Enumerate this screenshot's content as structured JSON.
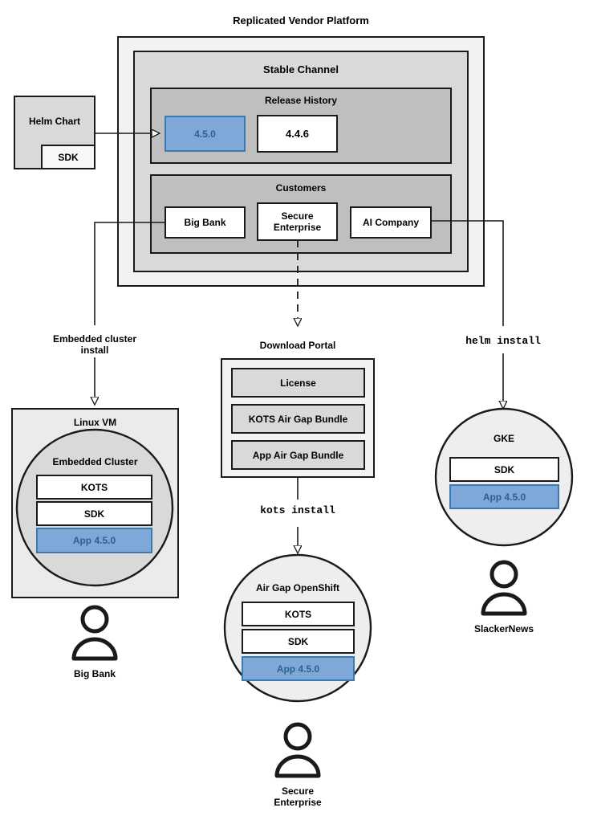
{
  "title": "Replicated Vendor Platform",
  "colors": {
    "platform_fill": "#f2f2f2",
    "channel_fill": "#d9d9d9",
    "section_fill": "#bfbfbf",
    "white_fill": "#ffffff",
    "blue_fill": "#7ea8d8",
    "blue_stroke": "#3c78b4",
    "blue_text": "#2d5f8f",
    "stroke": "#1a1a1a",
    "vm_fill": "#ebebeb",
    "cluster_fill": "#d9d9d9",
    "circle_fill": "#eeeeee",
    "portal_fill": "#f2f2f2",
    "portal_item_fill": "#d9d9d9"
  },
  "source": {
    "helm_chart_label": "Helm Chart",
    "sdk_label": "SDK"
  },
  "platform": {
    "channel_label": "Stable Channel",
    "release_history": {
      "label": "Release History",
      "releases": [
        {
          "version": "4.5.0",
          "state": "current"
        },
        {
          "version": "4.4.6",
          "state": "previous"
        }
      ]
    },
    "customers": {
      "label": "Customers",
      "items": [
        {
          "name": "Big Bank"
        },
        {
          "name": "Secure\nEnterprise"
        },
        {
          "name": "AI Company"
        }
      ]
    }
  },
  "flows": [
    {
      "label": "Embedded cluster\ninstall",
      "style": "bold"
    },
    {
      "label": "kots install",
      "style": "mono"
    },
    {
      "label": "helm install",
      "style": "mono"
    }
  ],
  "download_portal": {
    "title": "Download Portal",
    "items": [
      "License",
      "KOTS Air Gap Bundle",
      "App Air Gap Bundle"
    ]
  },
  "targets": [
    {
      "id": "linux-vm",
      "outer_label": "Linux VM",
      "inner_label": "Embedded Cluster",
      "components": [
        {
          "label": "KOTS",
          "variant": "white"
        },
        {
          "label": "SDK",
          "variant": "white"
        },
        {
          "label": "App 4.5.0",
          "variant": "blue"
        }
      ],
      "persona": "Big Bank"
    },
    {
      "id": "air-gap-openshift",
      "outer_label": "Air Gap OpenShift",
      "inner_label": "",
      "components": [
        {
          "label": "KOTS",
          "variant": "white"
        },
        {
          "label": "SDK",
          "variant": "white"
        },
        {
          "label": "App 4.5.0",
          "variant": "blue"
        }
      ],
      "persona": "Secure\nEnterprise"
    },
    {
      "id": "gke",
      "outer_label": "GKE",
      "inner_label": "",
      "components": [
        {
          "label": "SDK",
          "variant": "white"
        },
        {
          "label": "App 4.5.0",
          "variant": "blue"
        }
      ],
      "persona": "SlackerNews"
    }
  ]
}
